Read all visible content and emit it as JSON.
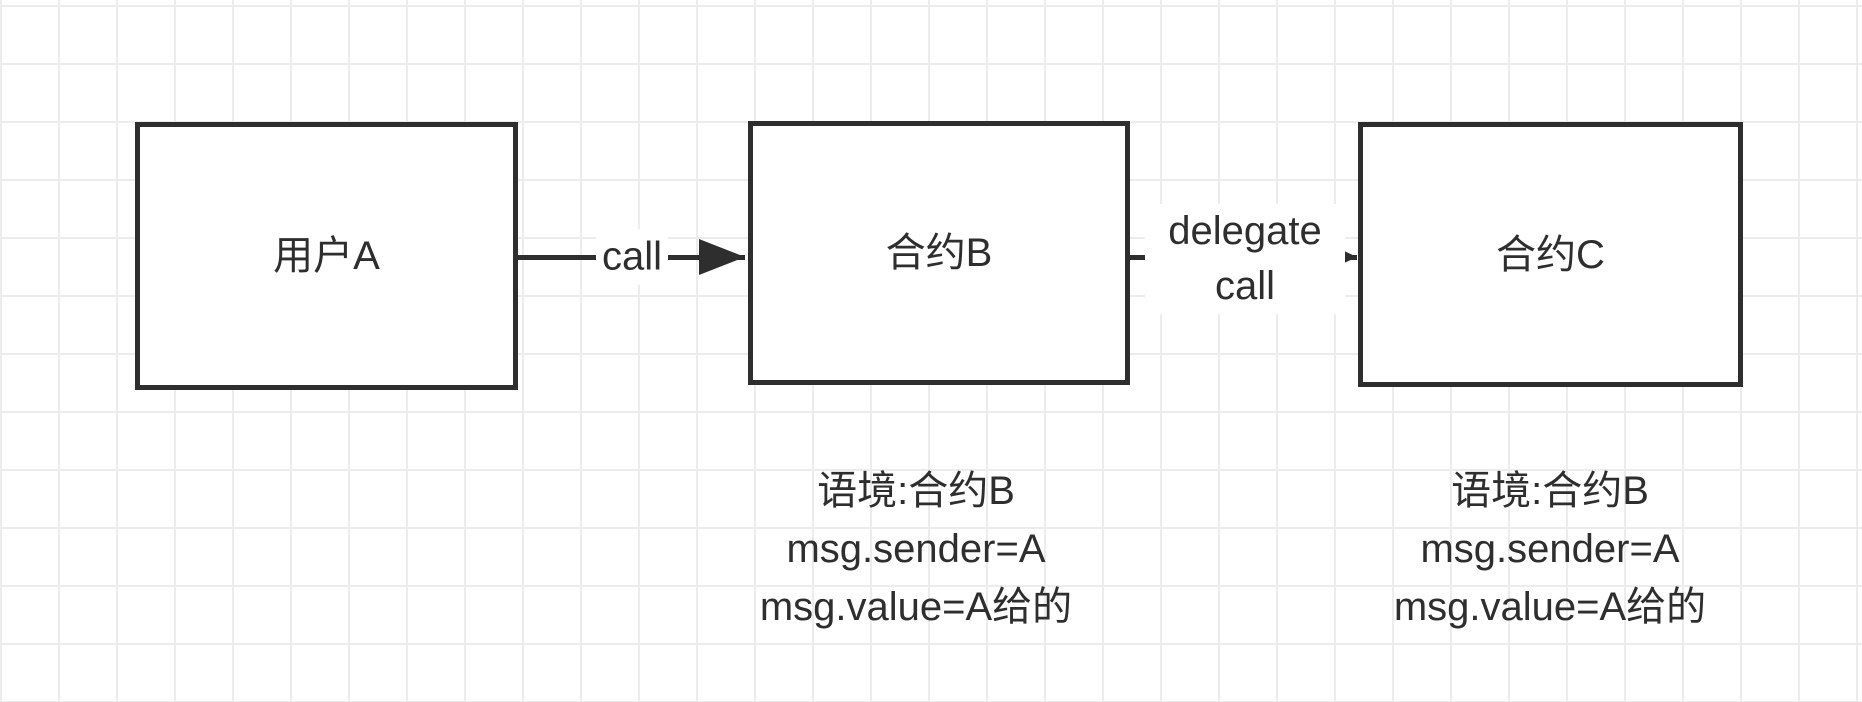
{
  "canvas": {
    "background_color": "#ffffff",
    "grid_color": "#ececec",
    "stroke_color": "#2e2e2e"
  },
  "nodes": [
    {
      "id": "user-a",
      "label": "用户A"
    },
    {
      "id": "contract-b",
      "label": "合约B"
    },
    {
      "id": "contract-c",
      "label": "合约C"
    }
  ],
  "edges": [
    {
      "id": "call",
      "label": "call",
      "from": "user-a",
      "to": "contract-b"
    },
    {
      "id": "delegatecall",
      "label": "delegate call",
      "from": "contract-b",
      "to": "contract-c"
    }
  ],
  "annotations": [
    {
      "id": "context-under-contract-b",
      "lines": [
        "语境:合约B",
        "msg.sender=A",
        "msg.value=A给的"
      ]
    },
    {
      "id": "context-under-contract-c",
      "lines": [
        "语境:合约B",
        "msg.sender=A",
        "msg.value=A给的"
      ]
    }
  ]
}
